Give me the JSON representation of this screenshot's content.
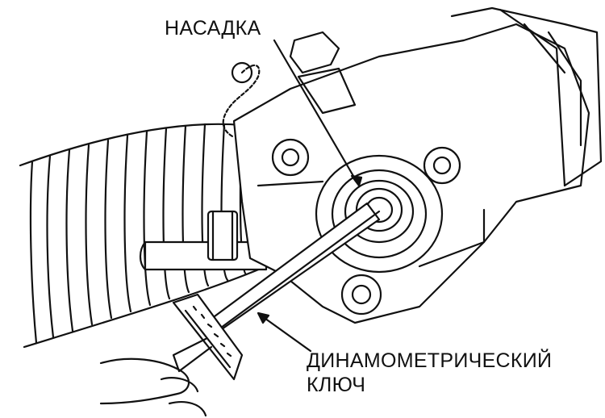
{
  "labels": {
    "nozzle": "НАСАДКА",
    "wrench_line1": "ДИНАМОМЕТРИЧЕСКИЙ",
    "wrench_line2": "КЛЮЧ"
  },
  "colors": {
    "ink": "#111111",
    "paper": "#ffffff"
  }
}
